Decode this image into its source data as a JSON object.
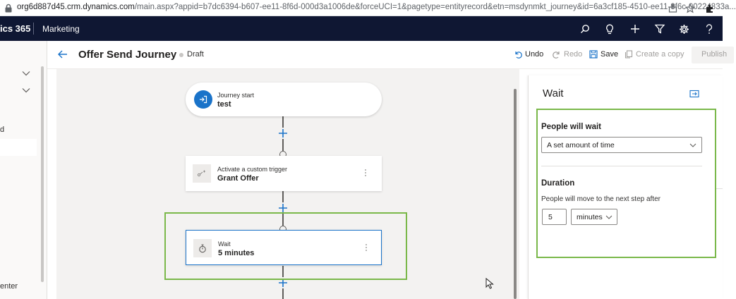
{
  "browser": {
    "url_host": "org6d887d45.crm.dynamics.com",
    "url_rest": "/main.aspx?appid=b7dc6394-b607-ee11-8f6d-000d3a1006de&forceUCI=1&pagetype=entityrecord&etn=msdynmkt_journey&id=6a3cf185-4510-ee11-8f6c-00224833a..."
  },
  "app": {
    "name": "ics 365",
    "area": "Marketing",
    "header_icons": [
      "search-icon",
      "lightbulb-icon",
      "plus-icon",
      "filter-icon",
      "gear-icon",
      "help-icon"
    ]
  },
  "leftnav": {
    "item_fragment": "d",
    "bottom_fragment": "enter"
  },
  "commandbar": {
    "title": "Offer Send Journey",
    "status": "Draft",
    "undo": "Undo",
    "redo": "Redo",
    "save": "Save",
    "create_copy": "Create a copy",
    "publish": "Publish"
  },
  "canvas": {
    "start": {
      "label": "Journey start",
      "value": "test"
    },
    "steps": [
      {
        "label": "Activate a custom trigger",
        "value": "Grant Offer",
        "icon": "trigger-icon"
      },
      {
        "label": "Wait",
        "value": "5 minutes",
        "icon": "timer-icon",
        "selected": true
      }
    ]
  },
  "panel": {
    "title": "Wait",
    "people_wait_label": "People will wait",
    "people_wait_value": "A set amount of time",
    "duration_label": "Duration",
    "duration_help": "People will move to the next step after",
    "duration_value": "5",
    "duration_unit": "minutes"
  },
  "colors": {
    "header_bg": "#0f1733",
    "accent": "#1a73c9",
    "highlight": "#7ab84a"
  }
}
